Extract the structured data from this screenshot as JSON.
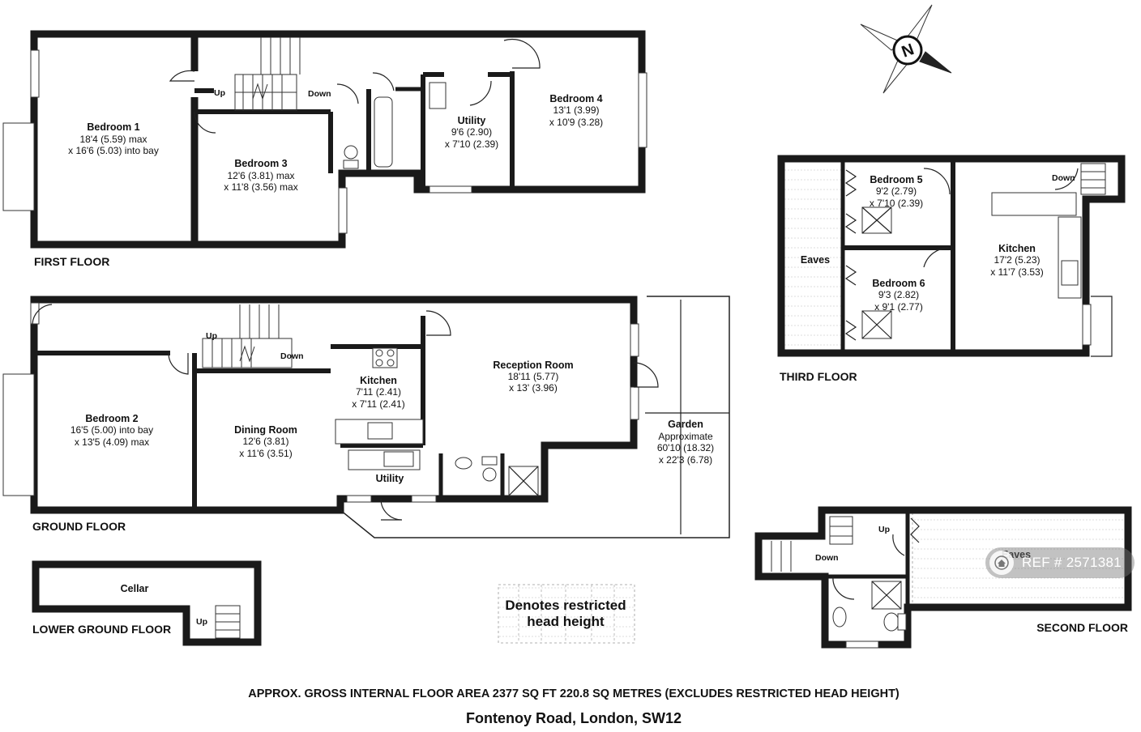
{
  "floors": {
    "first": "FIRST FLOOR",
    "ground": "GROUND FLOOR",
    "lower_ground": "LOWER GROUND FLOOR",
    "third": "THIRD FLOOR",
    "second": "SECOND FLOOR"
  },
  "rooms": {
    "bedroom1": {
      "name": "Bedroom 1",
      "dims": [
        "18'4 (5.59) max",
        "x 16'6 (5.03) into bay"
      ]
    },
    "bedroom3": {
      "name": "Bedroom 3",
      "dims": [
        "12'6 (3.81) max",
        "x 11'8 (3.56) max"
      ]
    },
    "utility_first": {
      "name": "Utility",
      "dims": [
        "9'6 (2.90)",
        "x 7'10 (2.39)"
      ]
    },
    "bedroom4": {
      "name": "Bedroom 4",
      "dims": [
        "13'1 (3.99)",
        "x 10'9 (3.28)"
      ]
    },
    "bedroom2": {
      "name": "Bedroom 2",
      "dims": [
        "16'5 (5.00) into bay",
        "x 13'5 (4.09) max"
      ]
    },
    "dining": {
      "name": "Dining Room",
      "dims": [
        "12'6 (3.81)",
        "x 11'6 (3.51)"
      ]
    },
    "kitchen_ground": {
      "name": "Kitchen",
      "dims": [
        "7'11 (2.41)",
        "x 7'11 (2.41)"
      ]
    },
    "reception": {
      "name": "Reception Room",
      "dims": [
        "18'11 (5.77)",
        "x 13' (3.96)"
      ]
    },
    "garden": {
      "name": "Garden",
      "dims": [
        "Approximate",
        "60'10 (18.32)",
        "x 22'3 (6.78)"
      ]
    },
    "utility_ground": {
      "name": "Utility"
    },
    "cellar": {
      "name": "Cellar"
    },
    "bedroom5": {
      "name": "Bedroom 5",
      "dims": [
        "9'2 (2.79)",
        "x 7'10 (2.39)"
      ]
    },
    "bedroom6": {
      "name": "Bedroom 6",
      "dims": [
        "9'3 (2.82)",
        "x 9'1 (2.77)"
      ]
    },
    "kitchen_third": {
      "name": "Kitchen",
      "dims": [
        "17'2 (5.23)",
        "x 11'7 (3.53)"
      ]
    },
    "eaves_third": {
      "name": "Eaves"
    },
    "eaves_second": {
      "name": "Eaves"
    }
  },
  "stairs": {
    "up": "Up",
    "down": "Down"
  },
  "legend": {
    "line1": "Denotes restricted",
    "line2": "head height"
  },
  "footer": {
    "area": "APPROX. GROSS INTERNAL FLOOR AREA 2377 SQ FT 220.8 SQ METRES (EXCLUDES RESTRICTED HEAD HEIGHT)",
    "address": "Fontenoy Road, London, SW12"
  },
  "compass": {
    "letter": "N"
  },
  "ref_badge": "REF # 2571381",
  "colors": {
    "walls": "#1a1a1a",
    "badge": "#7a7a7a"
  }
}
